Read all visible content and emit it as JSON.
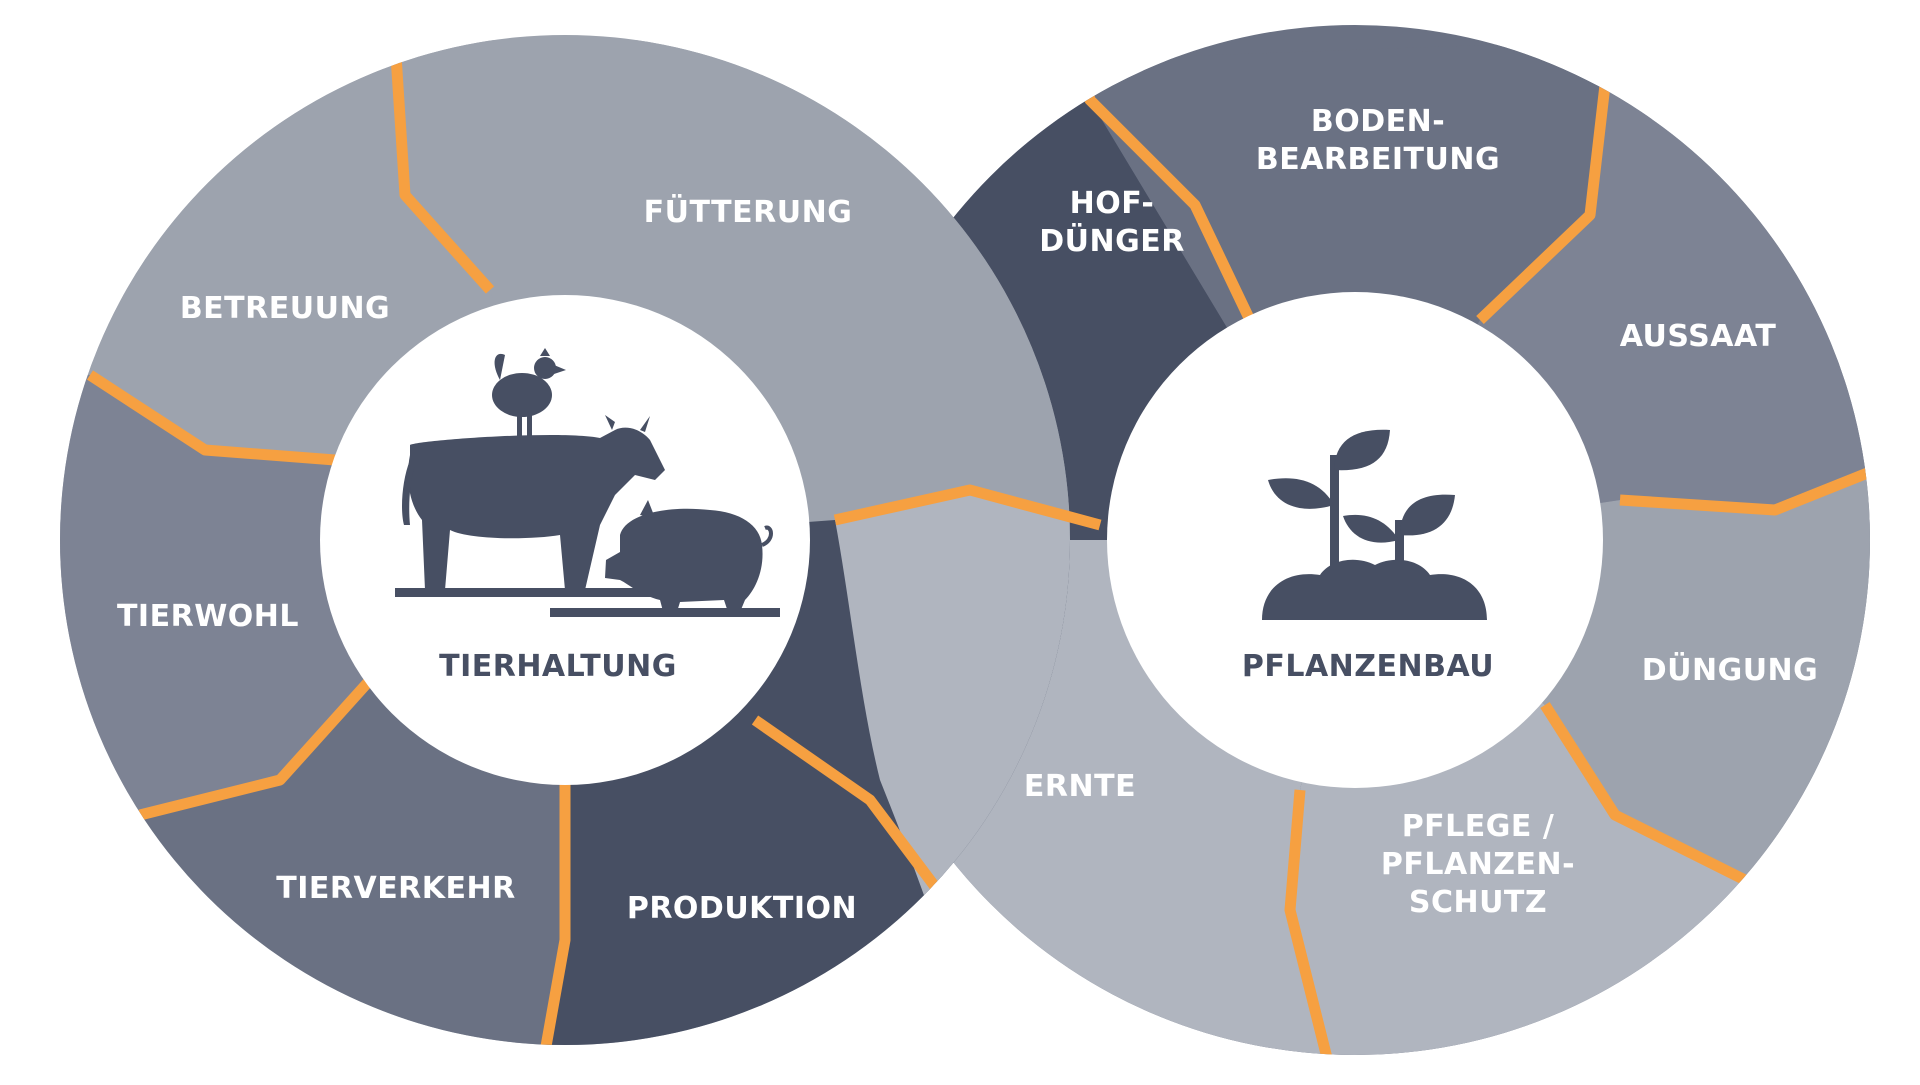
{
  "colors": {
    "darkest": "#474f63",
    "dark": "#6a7183",
    "mid": "#7d8394",
    "light": "#9da3ae",
    "lighter": "#b0b5bf",
    "accent": "#f6a041",
    "hub": "#ffffff"
  },
  "left": {
    "hub_label": "TIERHALTUNG",
    "hub_icon": "livestock-icon",
    "segments": [
      {
        "id": "fuetterung",
        "lines": [
          "FÜTTERUNG"
        ],
        "color": "light"
      },
      {
        "id": "betreuung",
        "lines": [
          "BETREUUNG"
        ],
        "color": "light"
      },
      {
        "id": "tierwohl",
        "lines": [
          "TIERWOHL"
        ],
        "color": "mid"
      },
      {
        "id": "tierverkehr",
        "lines": [
          "TIERVERKEHR"
        ],
        "color": "dark"
      },
      {
        "id": "produktion",
        "lines": [
          "PRODUKTION"
        ],
        "color": "darkest"
      }
    ]
  },
  "right": {
    "hub_label": "PFLANZENBAU",
    "hub_icon": "seedling-icon",
    "segments": [
      {
        "id": "hofduenger",
        "lines": [
          "HOF-",
          "DÜNGER"
        ],
        "color": "darkest"
      },
      {
        "id": "bodenbearbeitung",
        "lines": [
          "BODEN-",
          "BEARBEITUNG"
        ],
        "color": "dark"
      },
      {
        "id": "aussaat",
        "lines": [
          "AUSSAAT"
        ],
        "color": "mid"
      },
      {
        "id": "duengung",
        "lines": [
          "DÜNGUNG"
        ],
        "color": "light"
      },
      {
        "id": "pflege",
        "lines": [
          "PFLEGE /",
          "PFLANZEN-",
          "SCHUTZ"
        ],
        "color": "lighter"
      },
      {
        "id": "ernte",
        "lines": [
          "ERNTE"
        ],
        "color": "lighter"
      }
    ]
  }
}
